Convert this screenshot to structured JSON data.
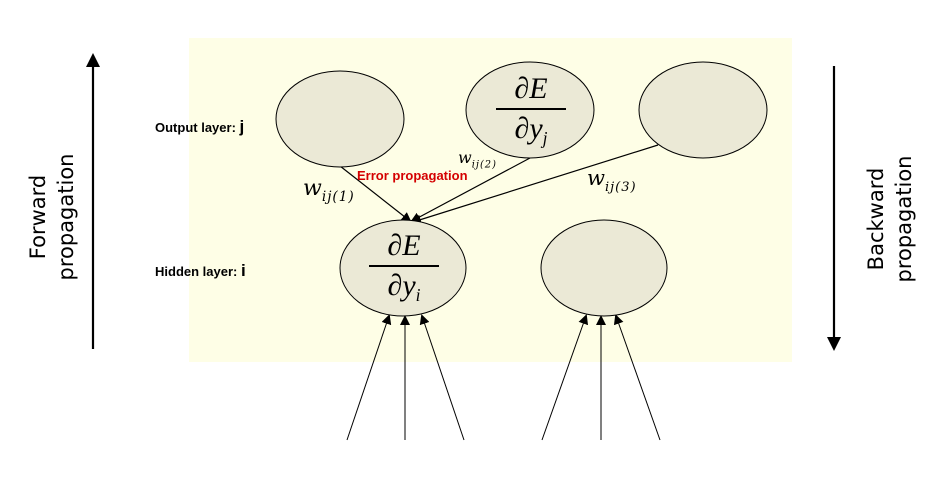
{
  "labels": {
    "forward_line1": "Forward",
    "forward_line2": "propagation",
    "backward_line1": "Backward",
    "backward_line2": "propagation",
    "output_layer": "Output layer: ",
    "output_layer_letter": "j",
    "hidden_layer": "Hidden layer: ",
    "hidden_layer_letter": "i",
    "error_propagation": "Error propagation"
  },
  "weights": {
    "w1_base": "w",
    "w1_sub": "ij(1)",
    "w2_base": "w",
    "w2_sub": "ij(2)",
    "w3_base": "w",
    "w3_sub": "ij(3)"
  },
  "formulas": {
    "output_numerator": "∂E",
    "output_den_d": "∂",
    "output_den_var": "y",
    "output_den_sub": "j",
    "hidden_numerator": "∂E",
    "hidden_den_d": "∂",
    "hidden_den_var": "y",
    "hidden_den_sub": "i"
  },
  "colors": {
    "panel_background": "#fefee6",
    "node_fill": "#ebe9d6",
    "error_text": "#d40000"
  }
}
